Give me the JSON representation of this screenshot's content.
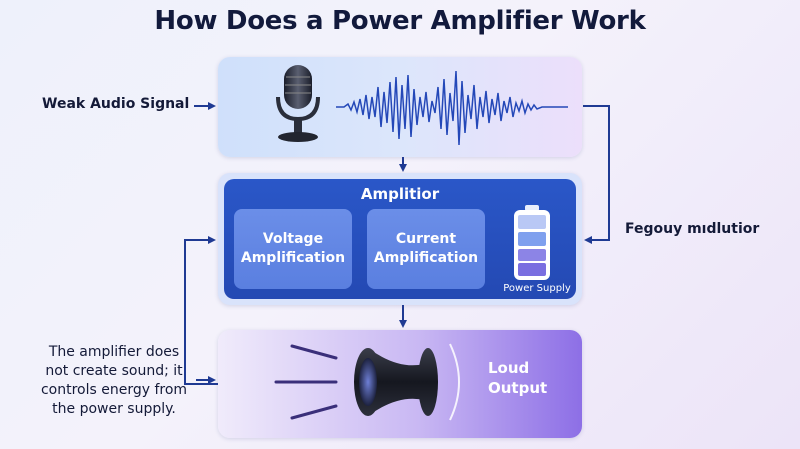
{
  "title": "How Does a Power Amplifier Work",
  "input": {
    "label": "Weak Audio Signal"
  },
  "amplifier": {
    "title": "Amplitior",
    "voltage_line1": "Voltage",
    "voltage_line2": "Amplification",
    "current_line1": "Current",
    "current_line2": "Amplification",
    "power_supply": "Power Supply"
  },
  "feedback": {
    "label": "Fegouy mıdlutior"
  },
  "output": {
    "line1": "Loud",
    "line2": "Output"
  },
  "note": {
    "line1": "The amplifier does",
    "line2": "not create sound; it",
    "line3": "controls energy from",
    "line4": "the power supply."
  },
  "colors": {
    "navy": "#1f3a93",
    "amp_blue": "#2a57c8",
    "sub_blue": "#6b8ee8",
    "output_purple": "#8d6fe6"
  }
}
